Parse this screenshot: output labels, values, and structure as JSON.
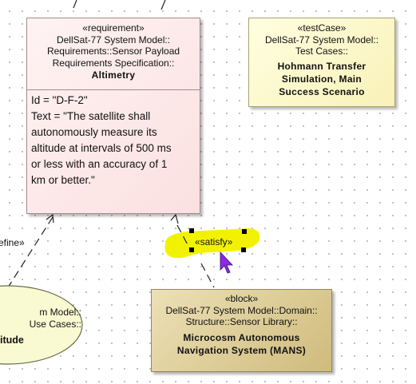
{
  "requirement": {
    "stereotype": "«requirement»",
    "path_line1": "DellSat-77 System Model::",
    "path_line2": "Requirements::Sensor Payload",
    "path_line3": "Requirements Specification::",
    "name": "Altimetry",
    "id_text": "Id = \"D-F-2\"",
    "text_line1": "Text = \"The satellite shall",
    "text_line2": "autonomously measure its",
    "text_line3": "altitude at intervals of 500 ms",
    "text_line4": "or less with an accuracy of 1",
    "text_line5": "km or better.\""
  },
  "test_case": {
    "stereotype": "«testCase»",
    "path_line1": "DellSat-77 System Model::",
    "path_line2": "Test Cases::",
    "name_line1": "Hohmann Transfer",
    "name_line2": "Simulation, Main",
    "name_line3": "Success Scenario"
  },
  "block": {
    "stereotype": "«block»",
    "path_line1": "DellSat-77 System Model::Domain::",
    "path_line2": "Structure::Sensor Library::",
    "name_line1": "Microcosm Autonomous",
    "name_line2": "Navigation System (MANS)"
  },
  "use_case": {
    "path_line1": "m Model::",
    "path_line2": "Use Cases::",
    "name": "itude"
  },
  "refine_label": "efine»",
  "satisfy_label": "«satisfy»",
  "colors": {
    "highlight": "#f2f200",
    "requirement_fill": "#fbe0e0",
    "test_case_fill": "#f9f1b8",
    "block_fill": "#cfbb7c",
    "use_case_fill": "#fafad2",
    "cursor": "#8a2be2"
  }
}
